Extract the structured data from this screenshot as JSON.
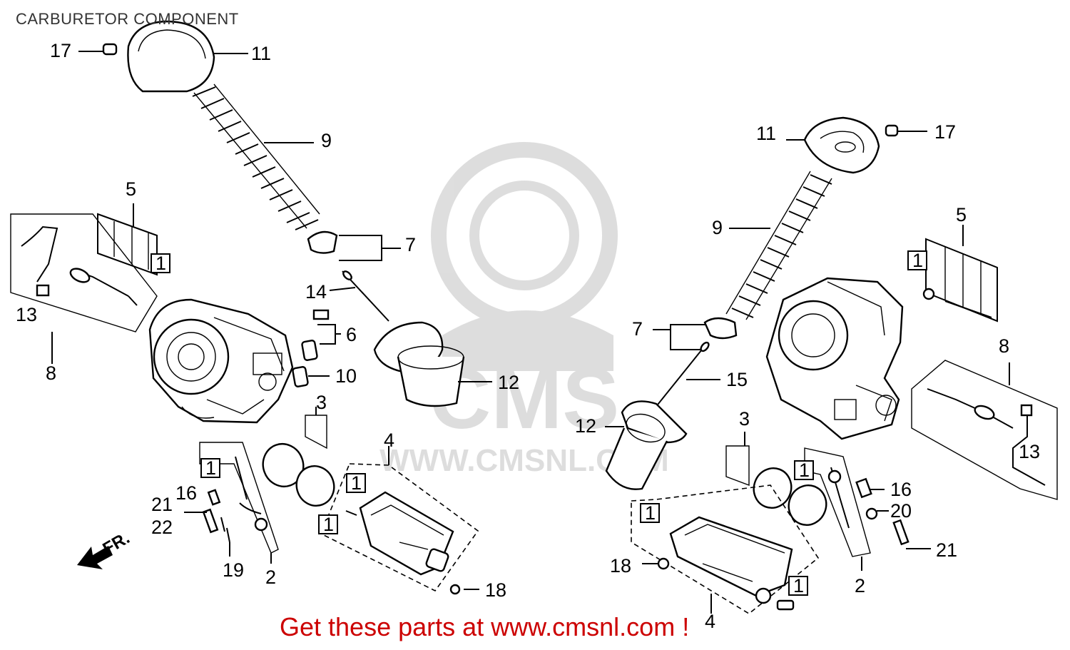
{
  "title": "CARBURETOR COMPONENT",
  "footer": "Get these parts at www.cmsnl.com !",
  "watermark": {
    "brand": "CMS",
    "url": "WWW.CMSNL.COM"
  },
  "direction_label": "FR.",
  "boxed_marker": "1",
  "left_callouts": {
    "c17": "17",
    "c11": "11",
    "c9": "9",
    "c5": "5",
    "c7": "7",
    "c14": "14",
    "c6": "6",
    "c13": "13",
    "c8": "8",
    "c10": "10",
    "c12": "12",
    "c3": "3",
    "c4": "4",
    "c16": "16",
    "c21": "21",
    "c22": "22",
    "c19": "19",
    "c2": "2",
    "c18": "18"
  },
  "right_callouts": {
    "c11": "11",
    "c17": "17",
    "c9": "9",
    "c5": "5",
    "c7": "7",
    "c8": "8",
    "c15": "15",
    "c12": "12",
    "c3": "3",
    "c13": "13",
    "c16": "16",
    "c20": "20",
    "c18": "18",
    "c21": "21",
    "c2": "2",
    "c4": "4"
  }
}
